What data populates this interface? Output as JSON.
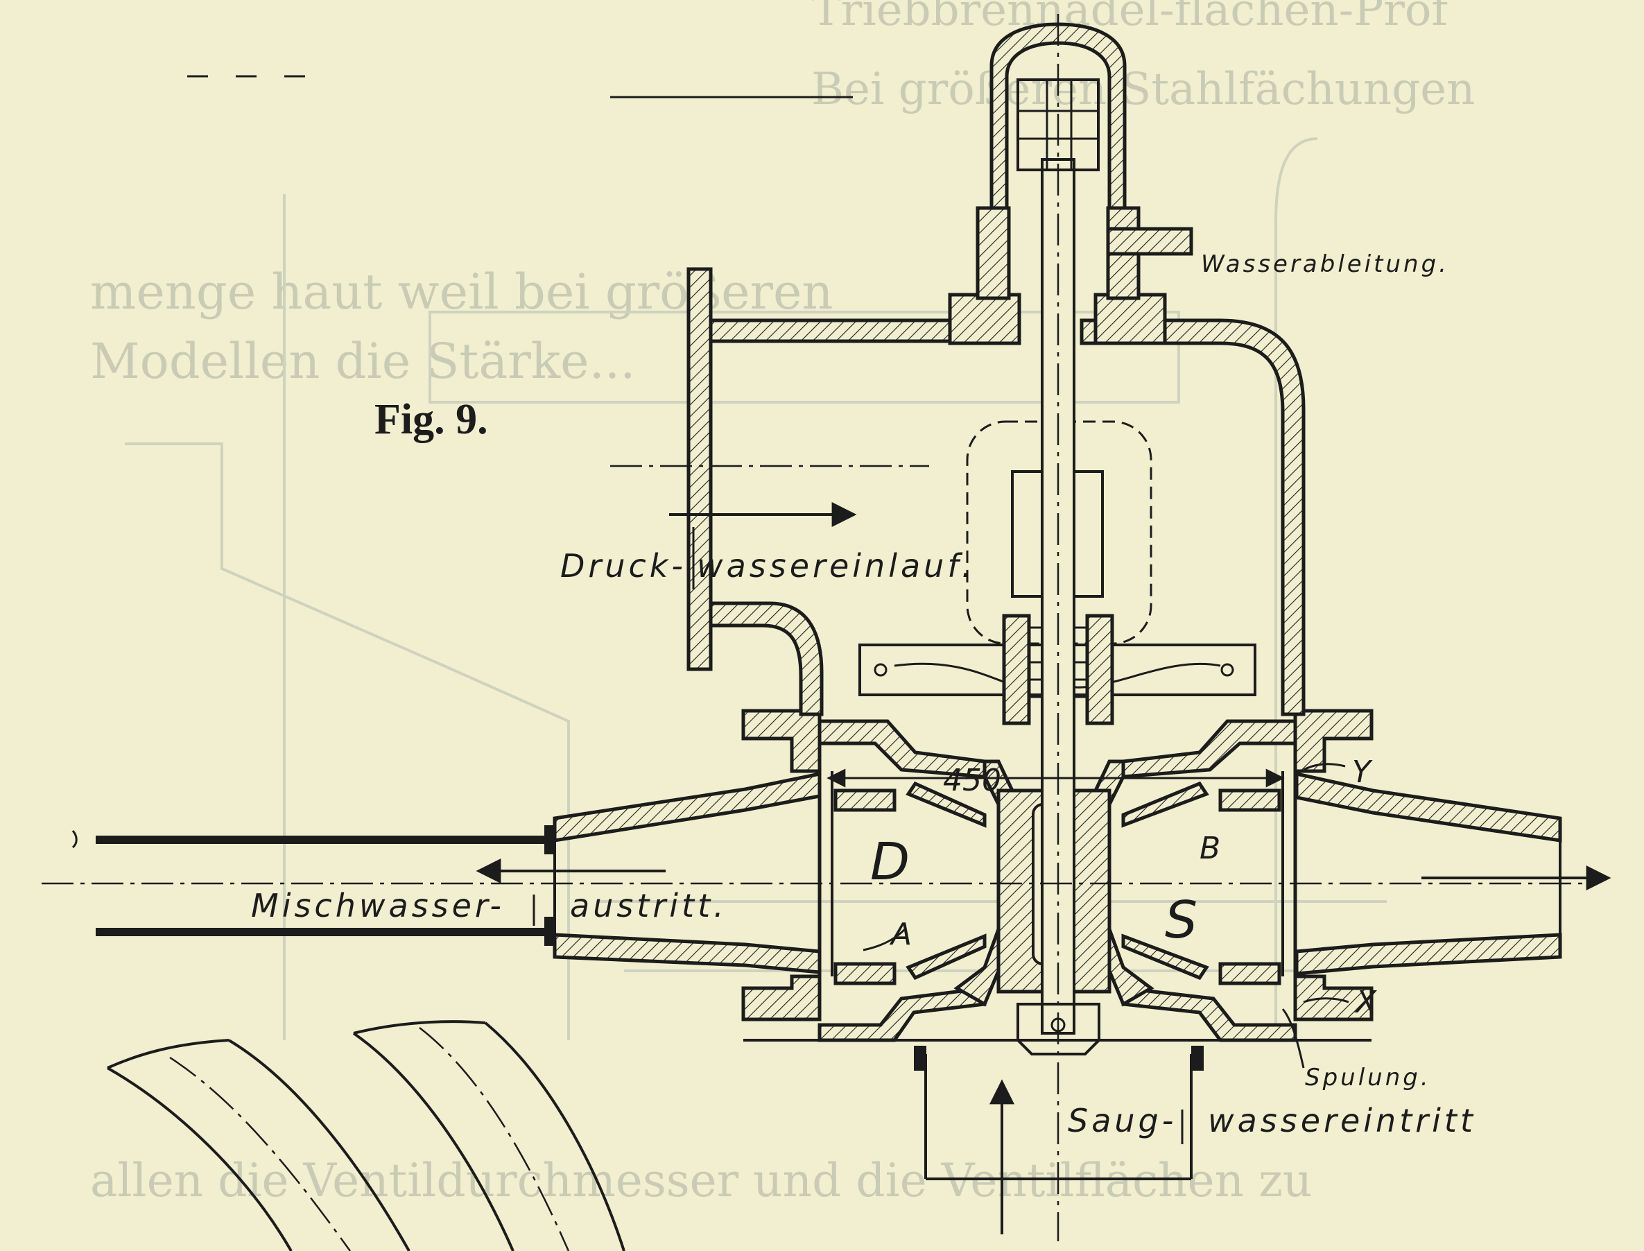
{
  "figure_label": "Fig. 9.",
  "labels": {
    "pressure_inlet_1": "Druck-",
    "pressure_inlet_2": "wassereinlauf.",
    "water_drain": "Wasserableitung.",
    "mixed_outlet_1": "Mischwasser-",
    "mixed_outlet_2": "austritt.",
    "suction_inlet_1": "Saug-",
    "suction_inlet_2": "wassereintritt",
    "flushing": "Spulung.",
    "dimension": "450",
    "chamber_d": "D",
    "chamber_s": "S",
    "mark_a": "A",
    "mark_b": "B",
    "mark_x": "X",
    "mark_y": "Y"
  },
  "bleed_through": [
    "Triebbrennadel-flächen-Prof",
    "Bei größeren Stahlfächungen",
    "menge haut weil bei größeren",
    "Modellen die Stärke...",
    "allen die Ventildurchmesser und die Ventilflächen zu"
  ],
  "colors": {
    "paper": "#f1efcf",
    "ink": "#1c1c1c",
    "bleed": "#c9cbb4"
  }
}
